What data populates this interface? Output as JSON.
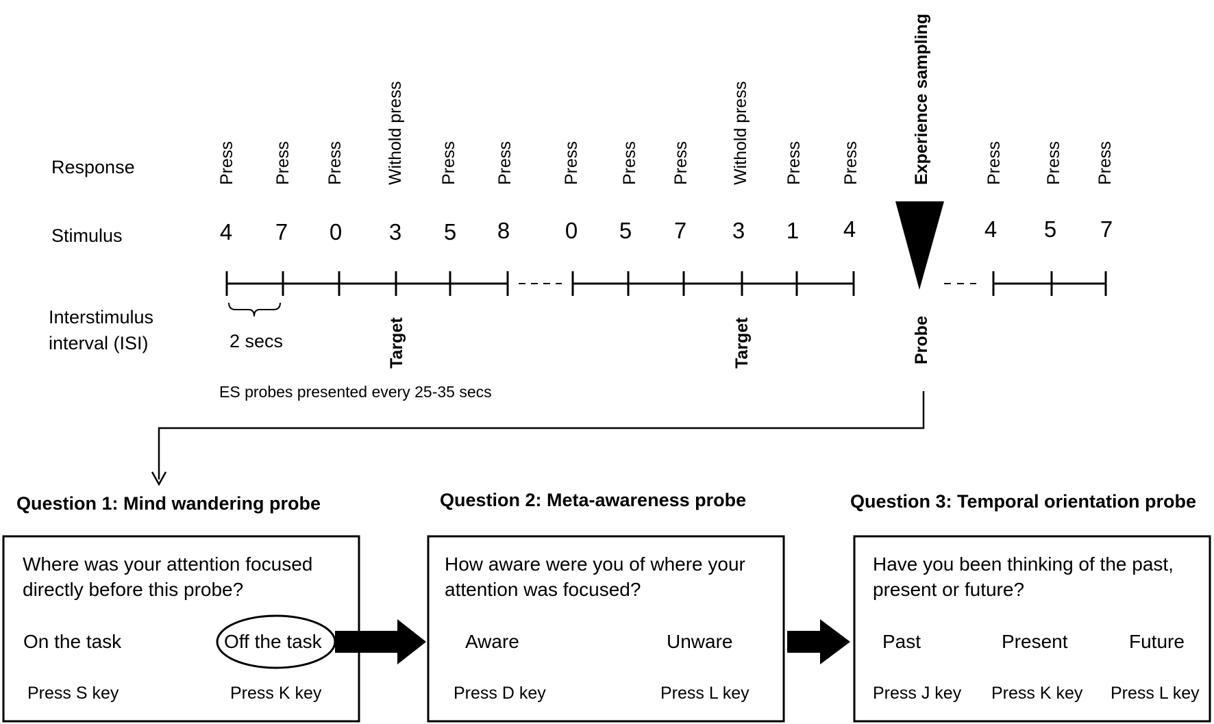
{
  "labels": {
    "response": "Response",
    "stimulus": "Stimulus",
    "isi_line1": "Interstimulus",
    "isi_line2": "interval (ISI)",
    "isi_duration": "2 secs",
    "es_note": "ES probes presented every 25-35 secs",
    "target": "Target",
    "probe": "Probe",
    "experience_sampling": "Experience sampling"
  },
  "trials": [
    {
      "response": "Press",
      "stimulus": "4"
    },
    {
      "response": "Press",
      "stimulus": "7"
    },
    {
      "response": "Press",
      "stimulus": "0"
    },
    {
      "response": "Withold press",
      "stimulus": "3",
      "target": true
    },
    {
      "response": "Press",
      "stimulus": "5"
    },
    {
      "response": "Press",
      "stimulus": "8"
    },
    {
      "response": "Press",
      "stimulus": "0"
    },
    {
      "response": "Press",
      "stimulus": "5"
    },
    {
      "response": "Press",
      "stimulus": "7"
    },
    {
      "response": "Withold press",
      "stimulus": "3",
      "target": true
    },
    {
      "response": "Press",
      "stimulus": "1"
    },
    {
      "response": "Press",
      "stimulus": "4"
    },
    {
      "response": "Press",
      "stimulus": "4"
    },
    {
      "response": "Press",
      "stimulus": "5"
    },
    {
      "response": "Press",
      "stimulus": "7"
    }
  ],
  "questions": [
    {
      "title": "Question 1: Mind wandering probe",
      "text_line1": "Where was your attention focused",
      "text_line2": "directly before this probe?",
      "options": [
        {
          "label": "On the task",
          "key": "Press S key"
        },
        {
          "label": "Off the task",
          "key": "Press K key",
          "circled": true
        }
      ]
    },
    {
      "title": "Question 2: Meta-awareness probe",
      "text_line1": "How aware were you of where your",
      "text_line2": "attention was focused?",
      "options": [
        {
          "label": "Aware",
          "key": "Press D key"
        },
        {
          "label": "Unware",
          "key": "Press L key"
        }
      ]
    },
    {
      "title": "Question 3: Temporal orientation probe",
      "text_line1": "Have you been thinking of the past,",
      "text_line2": "present or future?",
      "options": [
        {
          "label": "Past",
          "key": "Press J key"
        },
        {
          "label": "Present",
          "key": "Press K key"
        },
        {
          "label": "Future",
          "key": "Press L key"
        }
      ]
    }
  ]
}
